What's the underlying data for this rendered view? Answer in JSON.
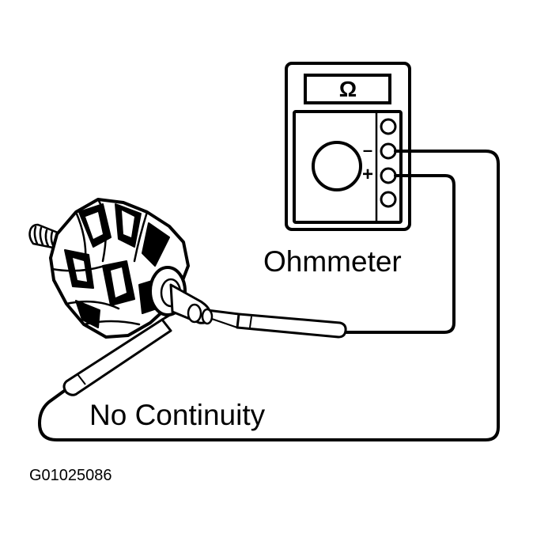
{
  "meter": {
    "symbol": "Ω",
    "minus_sign": "–",
    "plus_sign": "+",
    "label": "Ohmmeter"
  },
  "test_result": {
    "label": "No Continuity"
  },
  "figure_id": "G01025086",
  "colors": {
    "ink": "#000000",
    "paper": "#ffffff"
  }
}
